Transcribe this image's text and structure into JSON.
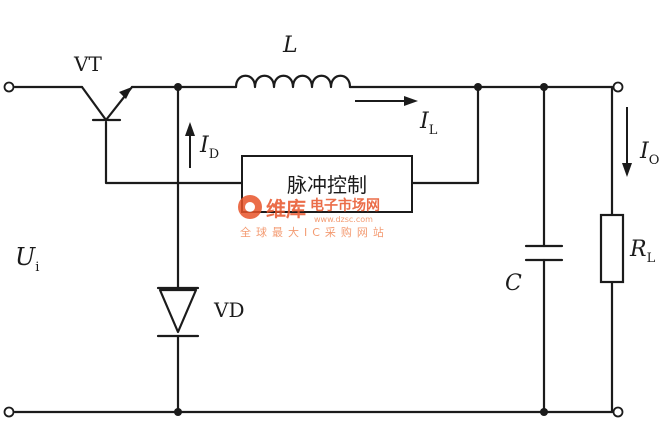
{
  "diagram": {
    "labels": {
      "transistor": "VT",
      "inductor": "L",
      "inductor_current": "I",
      "inductor_current_sub": "L",
      "diode_current": "I",
      "diode_current_sub": "D",
      "output_current": "I",
      "output_current_sub": "O",
      "pulse_control": "脉冲控制",
      "input_voltage": "U",
      "input_voltage_sub": "i",
      "diode": "VD",
      "capacitor": "C",
      "load_resistor": "R",
      "load_resistor_sub": "L"
    },
    "watermark": {
      "brand": "维库",
      "brand_suffix": "电子市场网",
      "url": "www.dzsc.com",
      "tagline": "全球最大IC采购网站",
      "colors": {
        "primary": "#e8542a",
        "secondary": "#f28a5a"
      }
    },
    "colors": {
      "line": "#1b1b1b",
      "background": "#ffffff"
    }
  }
}
